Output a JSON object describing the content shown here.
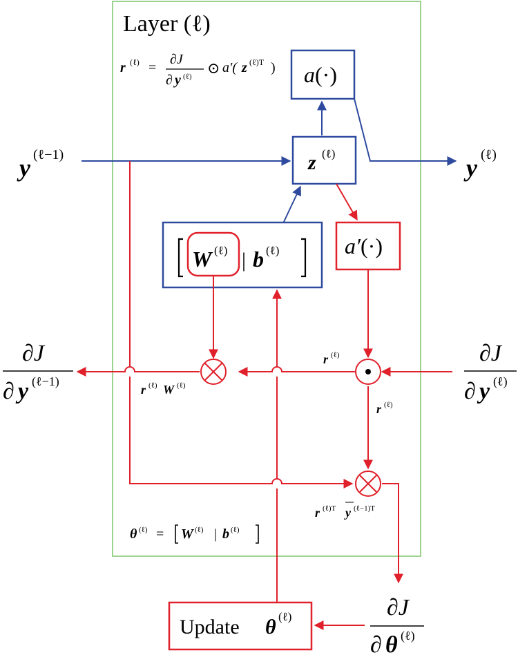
{
  "layer": {
    "title": "Layer (ℓ)",
    "r_def": {
      "lhs": "r",
      "sup": "(ℓ)",
      "eq": "=",
      "num": "∂J",
      "den_d": "∂",
      "den_y": "y",
      "den_sup": "(ℓ)",
      "odot": "⊙",
      "a_prime": "a′(",
      "z": "z",
      "z_sup": "(ℓ)T",
      "close": ")"
    },
    "theta_def": {
      "theta": "θ",
      "sup": "(ℓ)",
      "eq": "=",
      "W": "W",
      "W_sup": "(ℓ)",
      "bar": "|",
      "b": "b",
      "b_sup": "(ℓ)"
    }
  },
  "nodes": {
    "activation": {
      "f": "a",
      "arg": "(·)"
    },
    "z": {
      "sym": "z",
      "sup": "(ℓ)"
    },
    "weights": {
      "W": "W",
      "W_sup": "(ℓ)",
      "bar": "|",
      "b": "b",
      "b_sup": "(ℓ)"
    },
    "derivative": {
      "f": "a′",
      "arg": "(·)"
    },
    "update": {
      "label": "Update ",
      "theta": "θ",
      "sup": "(ℓ)"
    }
  },
  "io": {
    "input": {
      "sym": "y",
      "sup": "(ℓ−1)"
    },
    "output": {
      "sym": "y",
      "sup": "(ℓ)"
    },
    "grad_in": {
      "num": "∂J",
      "den_d": "∂",
      "den_y": "y",
      "den_sup": "(ℓ)"
    },
    "grad_out": {
      "num": "∂J",
      "den_d": "∂",
      "den_y": "y",
      "den_sup": "(ℓ−1)"
    },
    "grad_theta": {
      "num": "∂J",
      "den_d": "∂",
      "den_y": "θ",
      "den_sup": "(ℓ)"
    }
  },
  "edge_labels": {
    "r_top": {
      "sym": "r",
      "sup": "(ℓ)"
    },
    "r_down": {
      "sym": "r",
      "sup": "(ℓ)"
    },
    "rW": {
      "r": "r",
      "r_sup": "(ℓ)",
      "W": "W",
      "W_sup": "(ℓ)"
    },
    "ry": {
      "r": "r",
      "r_sup": "(ℓ)T",
      "y": "y",
      "y_sup": "(ℓ−1)T"
    }
  },
  "ops": {
    "otimes": "⊗",
    "odot": "⊙"
  },
  "colors": {
    "blue": "#2e4a9e",
    "red": "#e0202a",
    "green": "#7cc36a"
  }
}
